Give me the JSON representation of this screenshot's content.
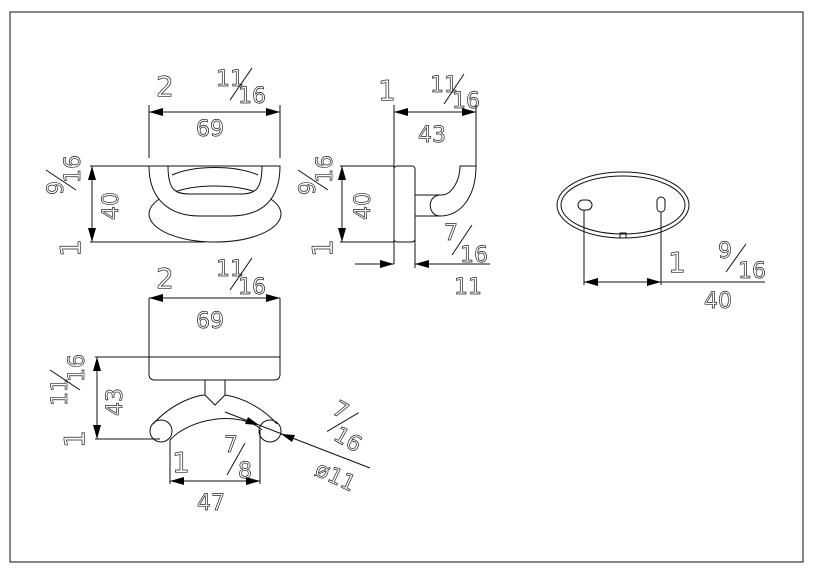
{
  "drawing": {
    "front_view": {
      "width": {
        "whole": "2",
        "num": "11",
        "den": "16",
        "metric": "69"
      },
      "height": {
        "whole": "1",
        "num": "9",
        "den": "16",
        "metric": "40"
      }
    },
    "side_view": {
      "depth": {
        "whole": "1",
        "num": "11",
        "den": "16",
        "metric": "43"
      },
      "height": {
        "whole": "1",
        "num": "9",
        "den": "16",
        "metric": "40"
      },
      "plate": {
        "num": "7",
        "den": "16",
        "metric": "11"
      }
    },
    "top_view": {
      "width": {
        "whole": "2",
        "num": "11",
        "den": "16",
        "metric": "69"
      },
      "depth": {
        "whole": "1",
        "num": "11",
        "den": "16",
        "metric": "43"
      },
      "span": {
        "whole": "1",
        "num": "7",
        "den": "8",
        "metric": "47"
      },
      "diameter": {
        "num": "7",
        "den": "16",
        "metric": "ø11"
      }
    },
    "back_view": {
      "hole_spacing": {
        "whole": "1",
        "num": "9",
        "den": "16",
        "metric": "40"
      }
    }
  }
}
